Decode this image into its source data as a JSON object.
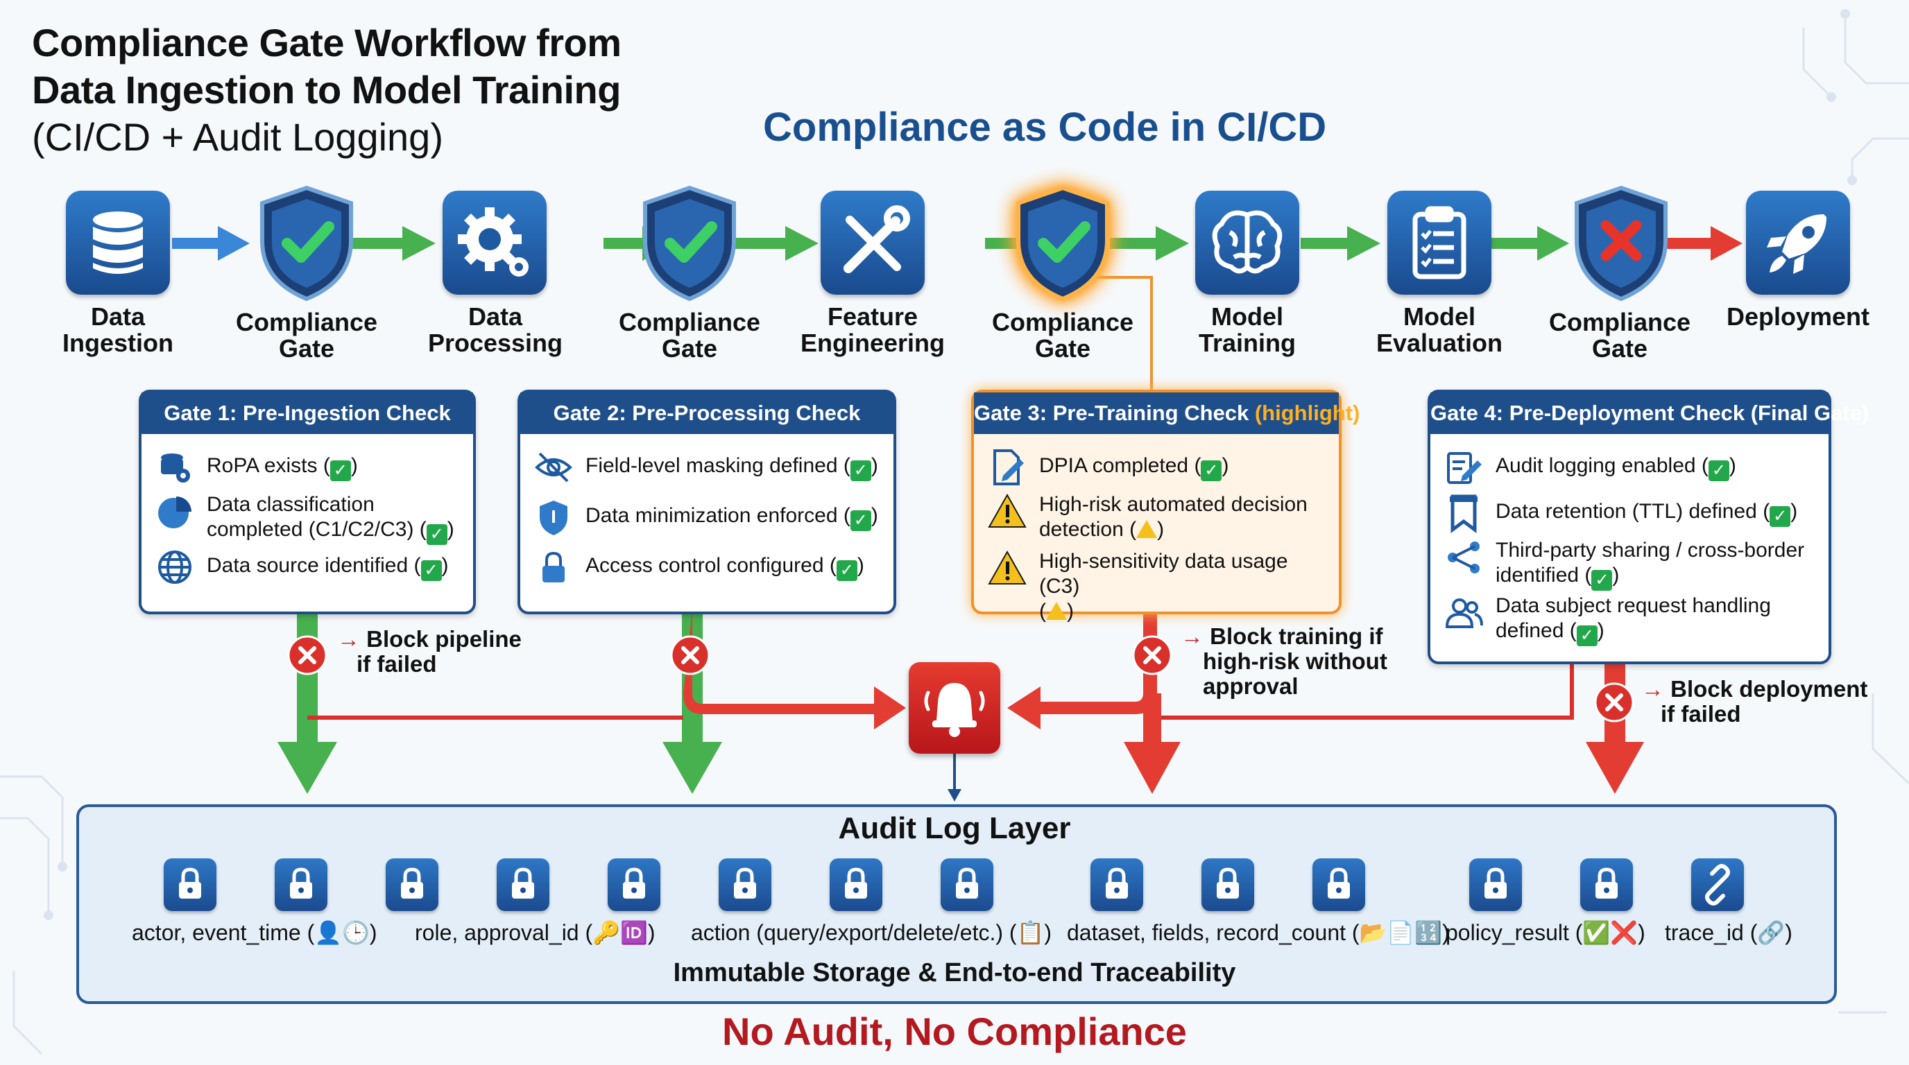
{
  "title": {
    "line1": "Compliance Gate Workflow from",
    "line2": "Data Ingestion to Model Training",
    "line3": "(CI/CD + Audit Logging)"
  },
  "subtitle": "Compliance as Code in CI/CD",
  "pipeline": [
    {
      "label1": "Data",
      "label2": "Ingestion",
      "icon": "database-icon"
    },
    {
      "label1": "Compliance",
      "label2": "Gate",
      "icon": "shield-check-icon"
    },
    {
      "label1": "Data",
      "label2": "Processing",
      "icon": "gear-icon"
    },
    {
      "label1": "Compliance",
      "label2": "Gate",
      "icon": "shield-check-icon"
    },
    {
      "label1": "Feature",
      "label2": "Engineering",
      "icon": "tools-icon"
    },
    {
      "label1": "Compliance",
      "label2": "Gate",
      "icon": "shield-check-icon"
    },
    {
      "label1": "Model",
      "label2": "Training",
      "icon": "brain-icon"
    },
    {
      "label1": "Model",
      "label2": "Evaluation",
      "icon": "clipboard-icon"
    },
    {
      "label1": "Compliance",
      "label2": "Gate",
      "icon": "shield-x-icon"
    },
    {
      "label1": "Deployment",
      "label2": "",
      "icon": "rocket-icon"
    }
  ],
  "gates": [
    {
      "header": "Gate 1: Pre-Ingestion Check",
      "items": [
        {
          "text": "RoPA exists",
          "icon": "database-gear-icon"
        },
        {
          "text": "Data classification",
          "text2": "completed (C1/C2/C3)",
          "icon": "pie-chart-icon"
        },
        {
          "text": "Data source identified",
          "icon": "globe-icon"
        }
      ]
    },
    {
      "header": "Gate 2: Pre-Processing Check",
      "items": [
        {
          "text": "Field-level masking defined",
          "icon": "eye-off-icon"
        },
        {
          "text": "Data minimization enforced",
          "icon": "shield-icon"
        },
        {
          "text": "Access control configured",
          "icon": "lock-icon"
        }
      ]
    },
    {
      "header": "Gate 3: Pre-Training Check",
      "header_highlight": "(highlight)",
      "items": [
        {
          "text": "DPIA completed",
          "icon": "document-edit-icon"
        },
        {
          "text": "High-risk automated decision",
          "text2": "detection (",
          "icon": "warning-icon"
        },
        {
          "text": "High-sensitivity data usage (C3)",
          "text2": "(",
          "icon": "warning-icon"
        }
      ]
    },
    {
      "header": "Gate 4: Pre-Deployment Check (Final Gate)",
      "items": [
        {
          "text": "Audit logging enabled",
          "icon": "log-edit-icon"
        },
        {
          "text": "Data retention (TTL) defined",
          "icon": "bookmark-icon"
        },
        {
          "text": "Third-party sharing / cross-border",
          "text2": "identified",
          "icon": "share-icon"
        },
        {
          "text": "Data subject request handling",
          "text2": "defined",
          "icon": "users-icon"
        }
      ]
    }
  ],
  "notes": {
    "gate1": {
      "line1": "Block pipeline",
      "line2": "if failed"
    },
    "gate3": {
      "line1": "Block training if",
      "line2": "high-risk without",
      "line3": "approval"
    },
    "gate4": {
      "line1": "Block deployment",
      "line2": "if failed"
    }
  },
  "audit": {
    "title": "Audit Log Layer",
    "footer": "Immutable Storage & End-to-end Traceability",
    "fields": [
      "actor, event_time (👤🕒)",
      "role, approval_id (🔑🆔)",
      "action (query/export/delete/etc.) (📋)",
      "dataset, fields, record_count (📂📄🔢)",
      "policy_result (✅❌)",
      "trace_id (🔗)"
    ]
  },
  "slogan": "No Audit, No Compliance",
  "colors": {
    "brand_blue": "#1f4f8a",
    "pass_green": "#2f9e44",
    "fail_red": "#d9302c",
    "highlight_orange": "#f0922a",
    "slogan_red": "#b3191f"
  }
}
